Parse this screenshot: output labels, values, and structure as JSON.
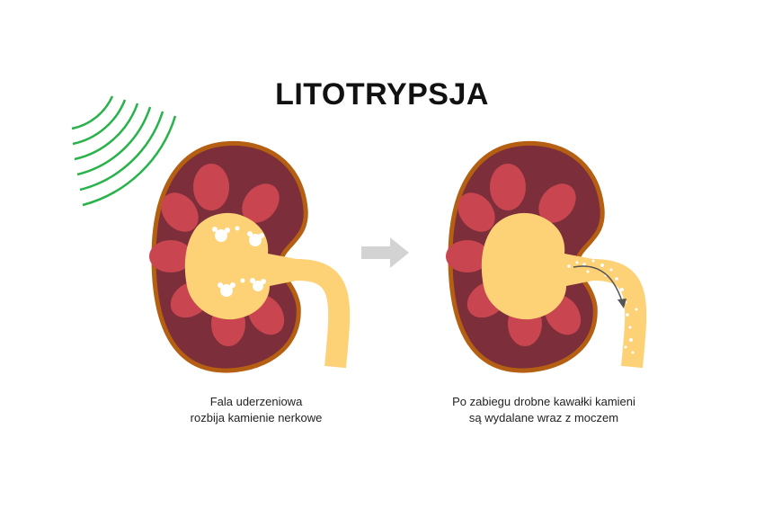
{
  "title": "LITOTRYPSJA",
  "left_caption": {
    "line1": "Fala uderzeniowa",
    "line2": "rozbija kamienie nerkowe"
  },
  "right_caption": {
    "line1": "Po zabiegu drobne kawałki kamieni",
    "line2": "są wydalane wraz z moczem"
  },
  "colors": {
    "kidney_outline": "#b45f12",
    "kidney_cortex": "#7c2f3a",
    "pyramid": "#c9454f",
    "pelvis_ureter": "#fdd276",
    "shockwave": "#27b24a",
    "arrow": "#d3d3d3",
    "flow_arrow": "#555555"
  }
}
